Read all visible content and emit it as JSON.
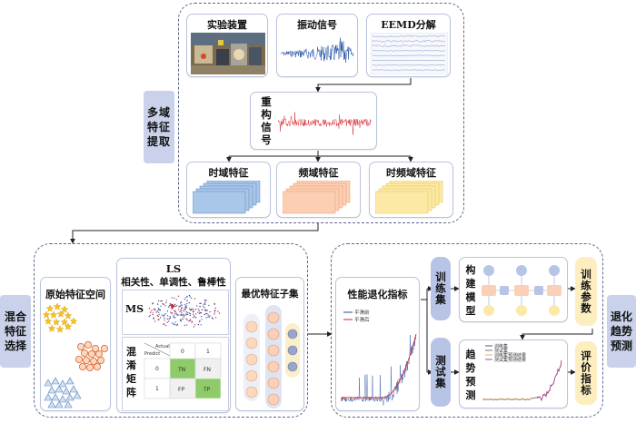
{
  "top": {
    "cards": [
      "实验装置",
      "振动信号",
      "EEMD分解"
    ],
    "reconstruct": "重构信号",
    "features": [
      "时域特征",
      "频域特征",
      "时频域特征"
    ],
    "side_label": "多域特征提取"
  },
  "left_section": {
    "side_label": "混合特征选择",
    "original_space": "原始特征空间",
    "ls_title": "LS",
    "ls_subtitle": "相关性、单调性、鲁棒性",
    "ms_label": "MS",
    "confusion_label": "混淆矩阵",
    "confusion": {
      "actual": "Actual",
      "predict": "Predict",
      "col0": "0",
      "col1": "1",
      "row0": "0",
      "row1": "1",
      "tn": "TN",
      "fn": "FN",
      "fp": "FP",
      "tp": "TP"
    },
    "optimal_subset": "最优特征子集"
  },
  "right_section": {
    "side_label": "退化趋势预测",
    "perf_title": "性能退化指标",
    "perf_legend": [
      "平滑前",
      "平滑后"
    ],
    "train_set": "训练集",
    "test_set": "测试集",
    "build_model": "构建模型",
    "train_params": "训练参数",
    "trend_predict": "趋势预测",
    "trend_legend": [
      "训练集",
      "测试集",
      "训练集预测结果",
      "测试集预测结果"
    ],
    "eval_metrics": "评价指标"
  },
  "colors": {
    "dash": "#5b6690",
    "side": "#c9d2ea",
    "train_pill": "#b8c4e6",
    "test_pill": "#b8c4e6",
    "params_pill": "#fdeec0",
    "eval_pill": "#fdeec0",
    "signal_blue": "#1f4fa3",
    "signal_red": "#d8262b"
  }
}
